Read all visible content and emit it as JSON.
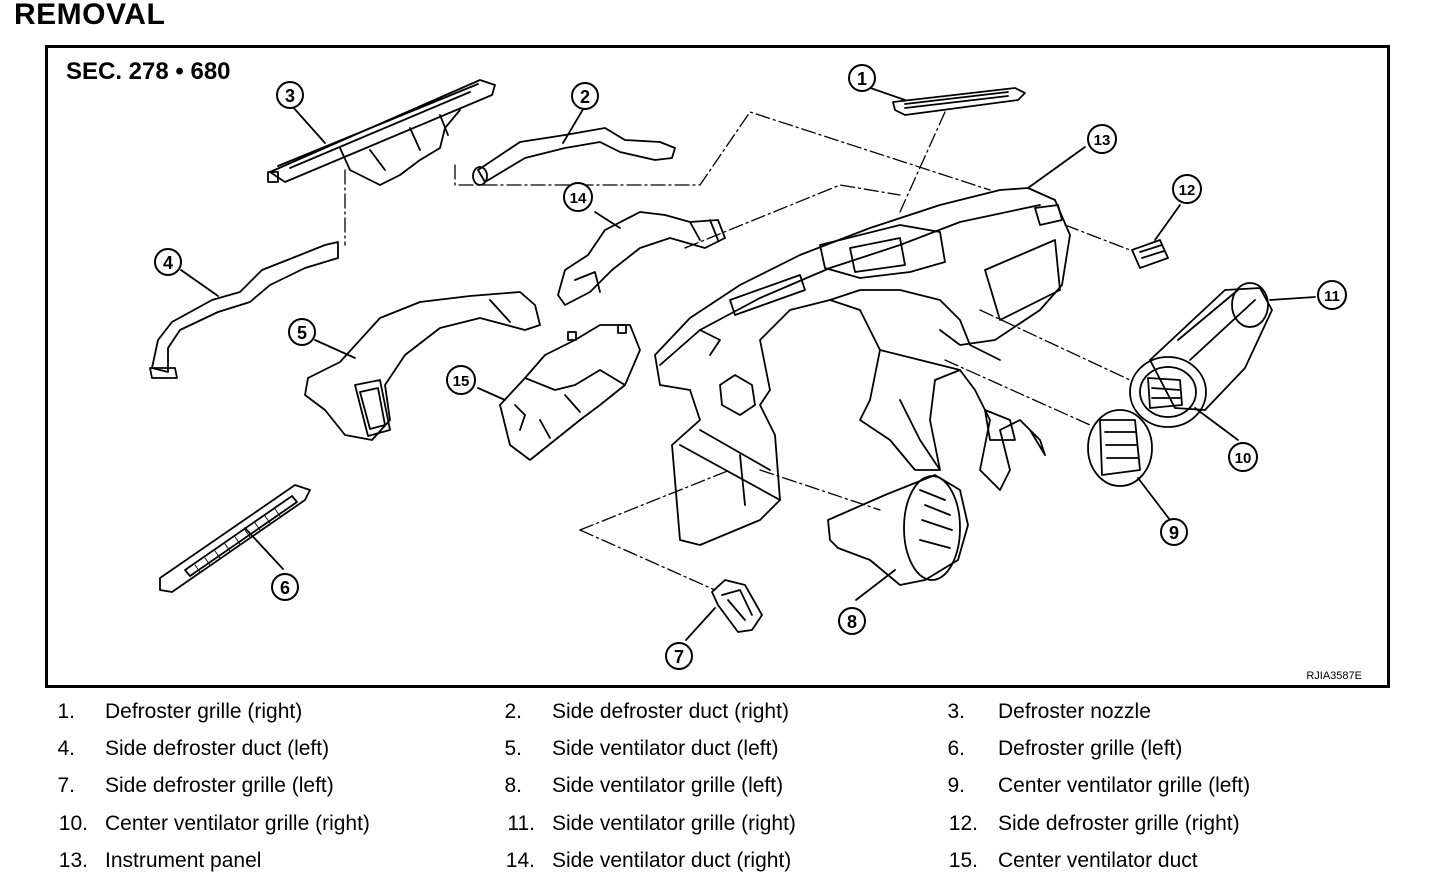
{
  "heading": "REMOVAL",
  "section": "SEC. 278 • 680",
  "figure_id": "RJIA3587E",
  "callouts": [
    "1",
    "2",
    "3",
    "4",
    "5",
    "6",
    "7",
    "8",
    "9",
    "10",
    "11",
    "12",
    "13",
    "14",
    "15"
  ],
  "legend": [
    {
      "num": "1.",
      "label": "Defroster grille (right)"
    },
    {
      "num": "2.",
      "label": "Side defroster duct (right)"
    },
    {
      "num": "3.",
      "label": "Defroster nozzle"
    },
    {
      "num": "4.",
      "label": "Side defroster duct (left)"
    },
    {
      "num": "5.",
      "label": "Side ventilator duct (left)"
    },
    {
      "num": "6.",
      "label": "Defroster grille (left)"
    },
    {
      "num": "7.",
      "label": "Side defroster grille (left)"
    },
    {
      "num": "8.",
      "label": "Side ventilator grille (left)"
    },
    {
      "num": "9.",
      "label": "Center ventilator grille (left)"
    },
    {
      "num": "10.",
      "label": "Center ventilator grille (right)"
    },
    {
      "num": "11.",
      "label": "Side ventilator grille (right)"
    },
    {
      "num": "12.",
      "label": "Side defroster grille (right)"
    },
    {
      "num": "13.",
      "label": "Instrument panel"
    },
    {
      "num": "14.",
      "label": "Side ventilator duct (right)"
    },
    {
      "num": "15.",
      "label": "Center ventilator duct"
    }
  ]
}
